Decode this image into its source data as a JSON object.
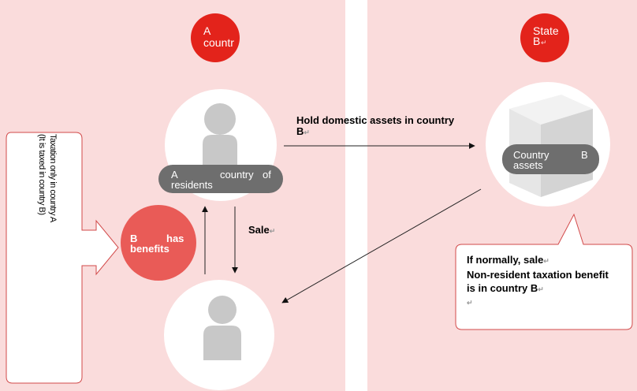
{
  "country_a": {
    "label_line1": "A",
    "label_line2": "countr"
  },
  "state_b": {
    "label_line1": "State",
    "label_line2": "B"
  },
  "resident_pill": {
    "line1_w1": "A",
    "line1_w2": "country",
    "line1_w3": "of",
    "line2": "residents"
  },
  "assets_pill": {
    "line1_w1": "Country",
    "line1_w2": "B",
    "line2": "assets"
  },
  "hold_arrow_label": {
    "line1": "Hold domestic assets in country",
    "line2": "B"
  },
  "sale_label": "Sale",
  "benefit_circle": {
    "line1_w1": "B",
    "line1_w2": "has",
    "line2": "benefits"
  },
  "left_callout": {
    "line1": "Taxation only in country A",
    "line2": "(It is taxed in country B)"
  },
  "right_callout": {
    "line1": "If normally, sale",
    "line2": "Non-resident taxation benefit",
    "line3": "is in country B"
  },
  "return_mark": "↵",
  "colors": {
    "panel": "#fadcdc",
    "red": "#e3231b",
    "benefit": "#e95b57",
    "pill": "#6e6e6e",
    "person": "#c8c8c8"
  }
}
